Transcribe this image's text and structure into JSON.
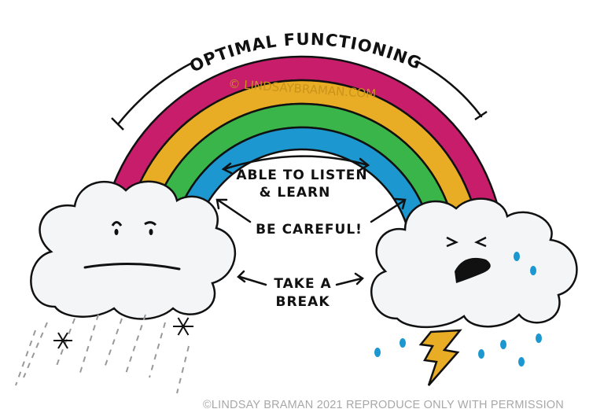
{
  "title": "OPTIMAL FUNCTIONING",
  "watermark": "© LINDSAYBRAMAN.COM",
  "labels": {
    "listen_line1": "ABLE TO LISTEN",
    "listen_line2": "& LEARN",
    "careful": "BE CAREFUL!",
    "break_line1": "TAKE A",
    "break_line2": "BREAK"
  },
  "copyright": "©LINDSAY BRAMAN 2021 REPRODUCE ONLY WITH PERMISSION",
  "colors": {
    "pink": "#c71d6b",
    "yellow": "#e8ad24",
    "green": "#3ab54a",
    "blue": "#1c97cf",
    "cloud": "#f4f5f7",
    "lightning": "#e8ad24",
    "raindrop": "#1c97cf",
    "rain_streak": "#9a9a9a"
  },
  "icons": [
    "rainbow",
    "sad-cloud",
    "crying-storm-cloud",
    "snowflake",
    "lightning-bolt",
    "raindrop"
  ]
}
